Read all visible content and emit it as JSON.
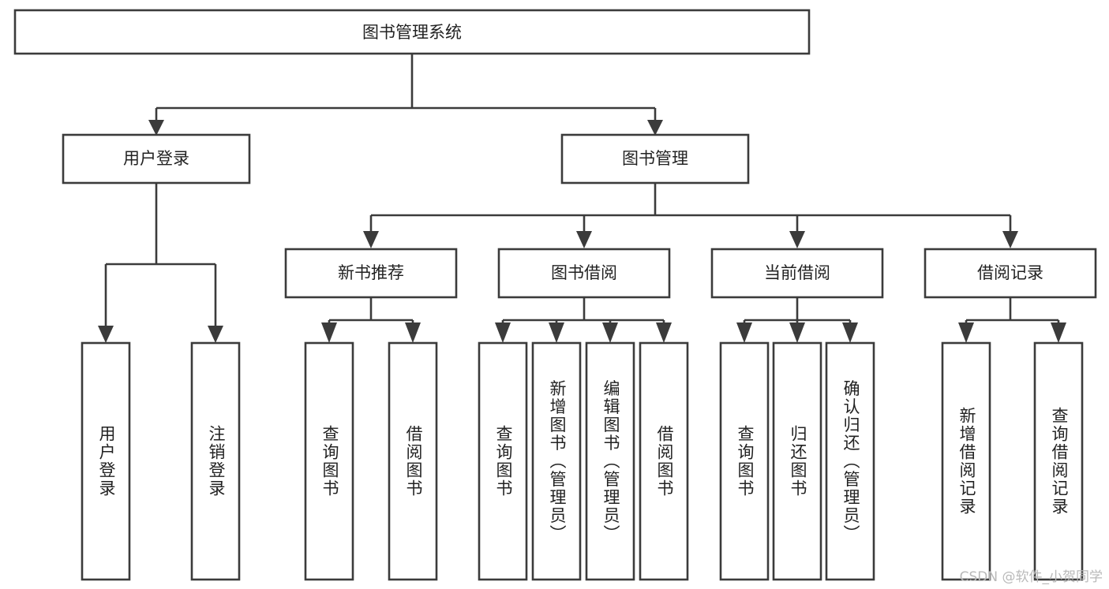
{
  "diagram": {
    "type": "tree",
    "title": "图书管理系统",
    "watermark": "CSDN @软件_小贺同学",
    "colors": {
      "stroke": "#3b3b3b",
      "fill": "#ffffff",
      "text": "#222222",
      "watermark": "#b9b9b9",
      "background": "#ffffff"
    },
    "root": {
      "label": "图书管理系统"
    },
    "level2": [
      {
        "label": "用户登录"
      },
      {
        "label": "图书管理"
      }
    ],
    "level3": [
      {
        "label": "新书推荐"
      },
      {
        "label": "图书借阅"
      },
      {
        "label": "当前借阅"
      },
      {
        "label": "借阅记录"
      }
    ],
    "leaves": {
      "user_login": [
        {
          "label": "用户登录"
        },
        {
          "label": "注销登录"
        }
      ],
      "new_book": [
        {
          "label": "查询图书"
        },
        {
          "label": "借阅图书"
        }
      ],
      "book_borrow": [
        {
          "label": "查询图书"
        },
        {
          "label": "新增图书（管理员）"
        },
        {
          "label": "编辑图书（管理员）"
        },
        {
          "label": "借阅图书"
        }
      ],
      "current_borrow": [
        {
          "label": "查询图书"
        },
        {
          "label": "归还图书"
        },
        {
          "label": "确认归还（管理员）"
        }
      ],
      "borrow_record": [
        {
          "label": "新增借阅记录"
        },
        {
          "label": "查询借阅记录"
        }
      ]
    }
  }
}
